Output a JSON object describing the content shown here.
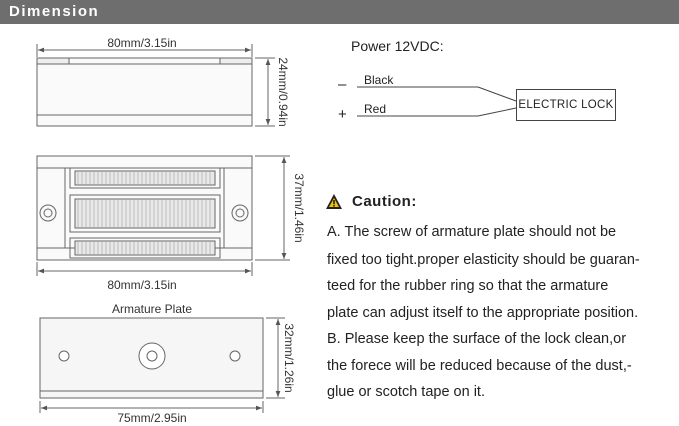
{
  "header": {
    "title": "Dimension"
  },
  "side_view": {
    "width_label": "80mm/3.15in",
    "height_label": "24mm/0.94in"
  },
  "top_view": {
    "width_label": "80mm/3.15in",
    "height_label": "37mm/1.46in"
  },
  "armature": {
    "title": "Armature Plate",
    "width_label": "75mm/2.95in",
    "height_label": "32mm/1.26in"
  },
  "wiring": {
    "power_label": "Power 12VDC:",
    "minus_sign": "–",
    "plus_sign": "+",
    "black_label": "Black",
    "red_label": "Red",
    "lock_label": "ELECTRIC LOCK"
  },
  "caution": {
    "title": "Caution:",
    "lines": [
      "A. The screw of armature plate should not be",
      "fixed too tight.proper elasticity should be guaran-",
      "teed for the rubber ring so that the armature",
      "plate can adjust itself to the appropriate position.",
      "B. Please keep the surface of the lock clean,or",
      "the forece will be reduced because of the dust,-",
      "glue or scotch tape on it."
    ]
  },
  "colors": {
    "header_bg": "#6e6e6e",
    "line": "#555555",
    "warning_fill": "#222222"
  }
}
